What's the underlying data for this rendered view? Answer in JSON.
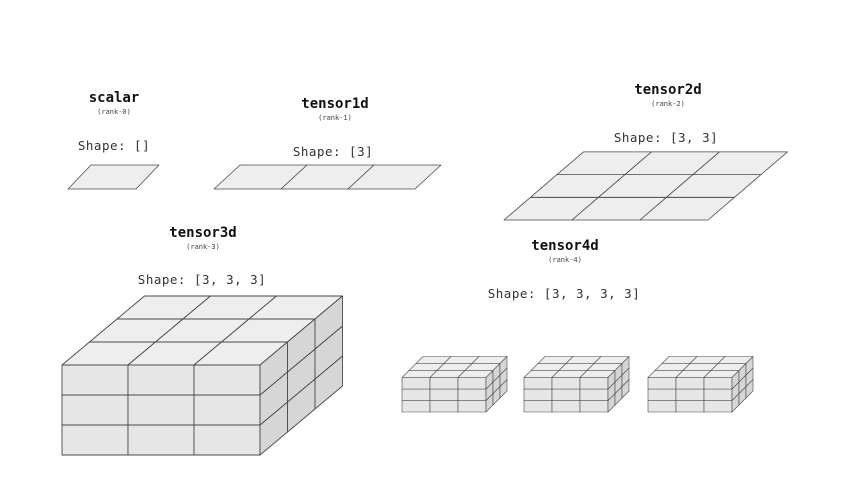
{
  "tensors": [
    {
      "key": "scalar",
      "title": "scalar",
      "rank": "(rank-0)",
      "shape": "Shape: []"
    },
    {
      "key": "tensor1d",
      "title": "tensor1d",
      "rank": "(rank-1)",
      "shape": "Shape: [3]"
    },
    {
      "key": "tensor2d",
      "title": "tensor2d",
      "rank": "(rank-2)",
      "shape": "Shape: [3, 3]"
    },
    {
      "key": "tensor3d",
      "title": "tensor3d",
      "rank": "(rank-3)",
      "shape": "Shape: [3, 3, 3]"
    },
    {
      "key": "tensor4d",
      "title": "tensor4d",
      "rank": "(rank-4)",
      "shape": "Shape: [3, 3, 3, 3]"
    }
  ],
  "colors": {
    "top_face": "#eeeeee",
    "front_face": "#e6e6e6",
    "side_face": "#d6d6d6",
    "stroke": "#4a4a4a"
  }
}
